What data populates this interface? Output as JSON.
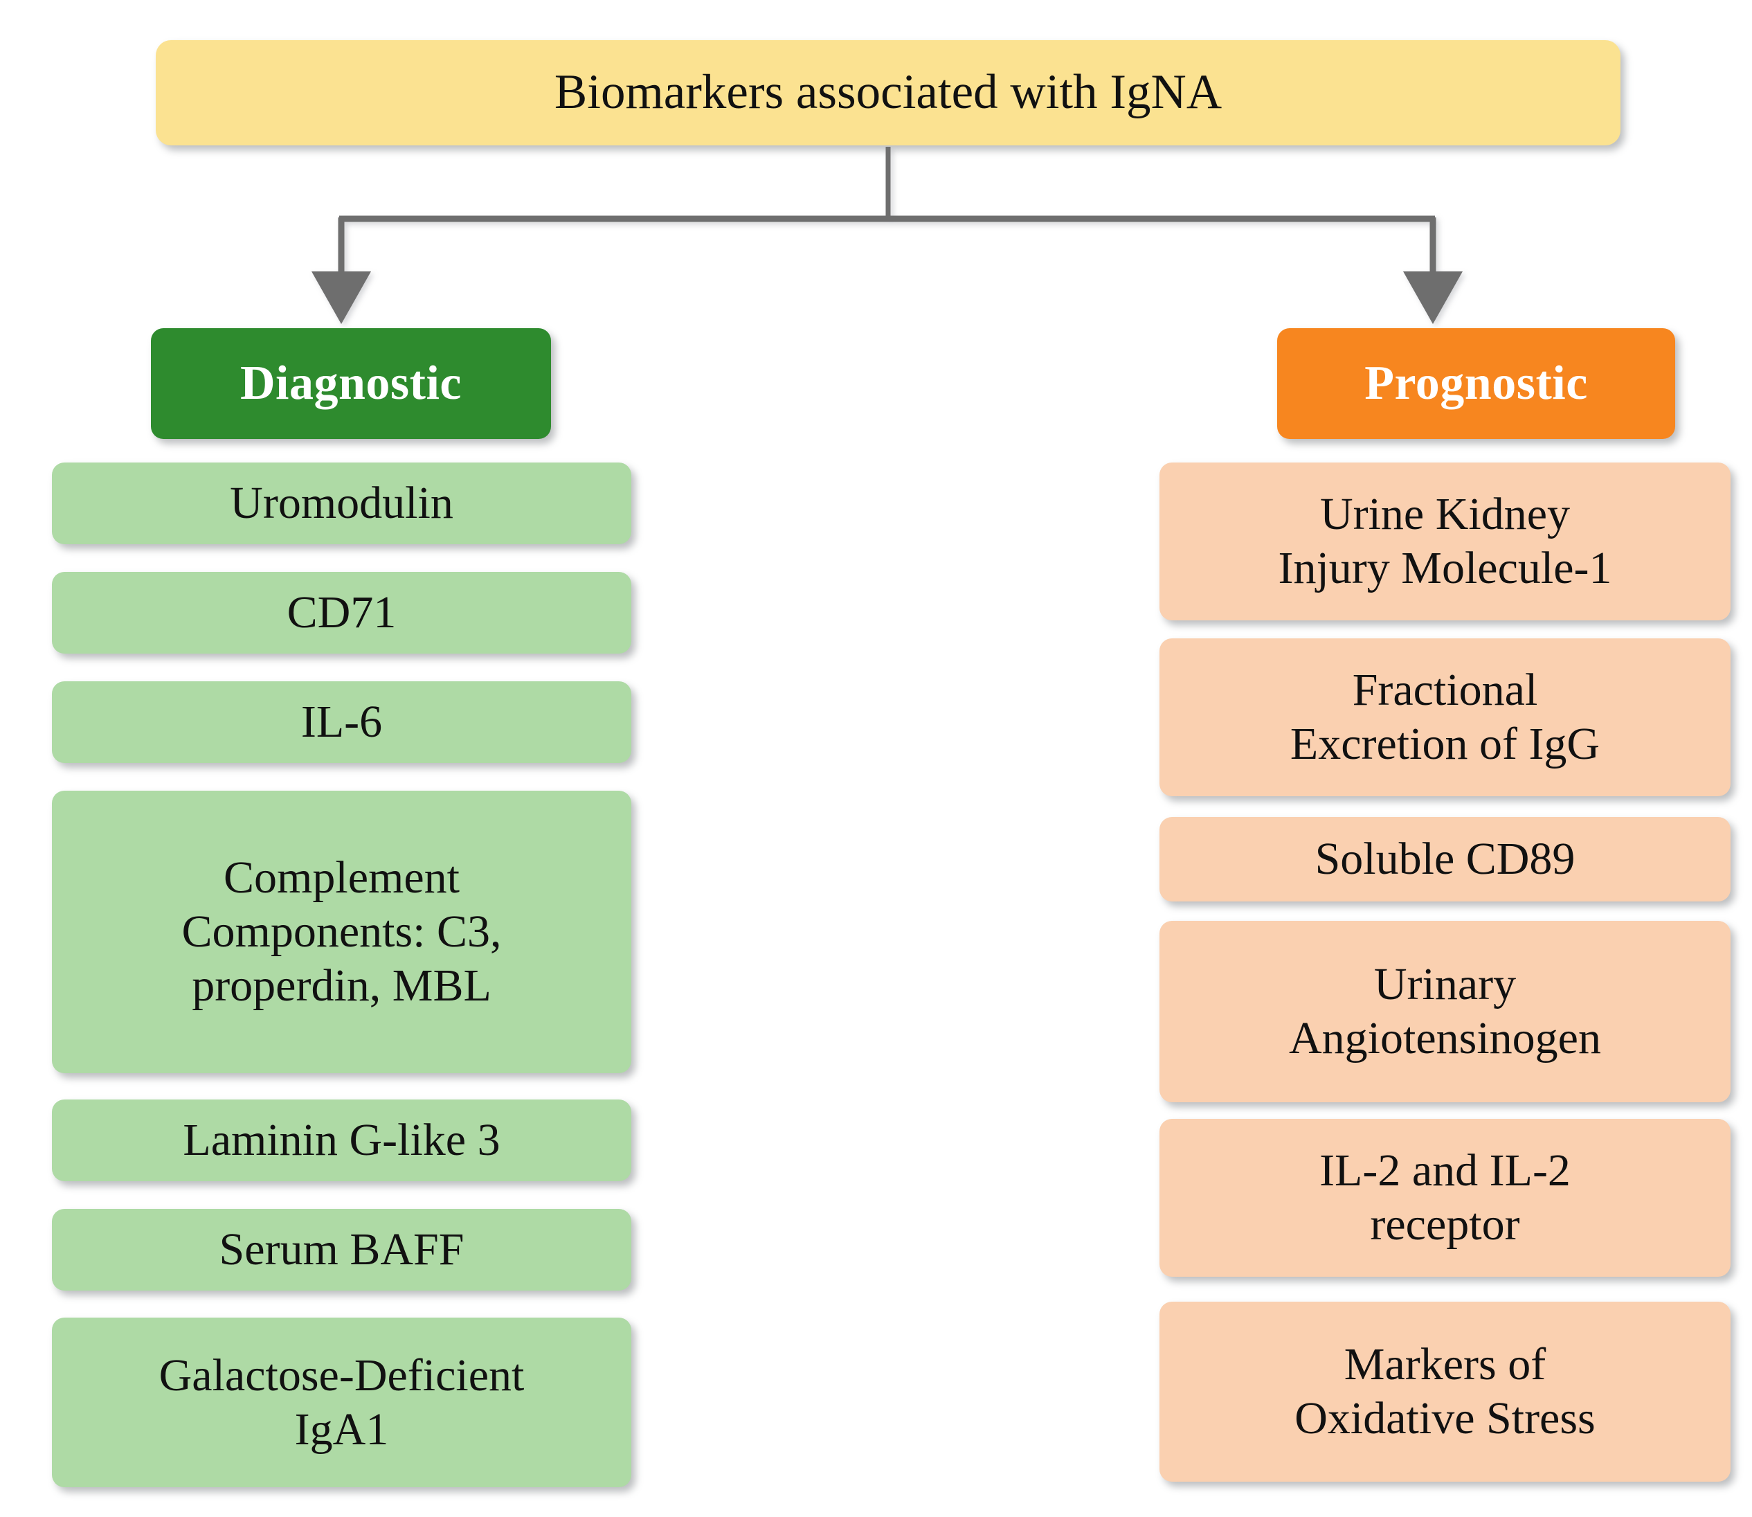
{
  "figure": {
    "type": "flowchart",
    "orientation": "top-down-two-branch",
    "background_color": "#ffffff"
  },
  "title": {
    "text": "Biomarkers associated with IgNA",
    "fill_color": "#FBE291",
    "text_color": "#111111"
  },
  "connectors": {
    "line_color": "#6E6E6E",
    "style": "elbow-with-arrowheads",
    "branch_count": 2
  },
  "branches": [
    {
      "id": "diagnostic",
      "header": {
        "label": "Diagnostic",
        "fill_color": "#2E8B2E",
        "text_color": "#FFFFFF"
      },
      "item_fill_color": "#AEDAA5",
      "items": [
        {
          "label": "Uromodulin"
        },
        {
          "label": "CD71"
        },
        {
          "label": "IL-6"
        },
        {
          "label": "Complement\nComponents: C3,\nproperdin, MBL"
        },
        {
          "label": "Laminin G-like 3"
        },
        {
          "label": "Serum BAFF"
        },
        {
          "label": "Galactose-Deficient\nIgA1"
        }
      ]
    },
    {
      "id": "prognostic",
      "header": {
        "label": "Prognostic",
        "fill_color": "#F7861F",
        "text_color": "#FFFFFF"
      },
      "item_fill_color": "#FAD0B0",
      "items": [
        {
          "label": "Urine Kidney\nInjury Molecule-1"
        },
        {
          "label": "Fractional\nExcretion of IgG"
        },
        {
          "label": "Soluble CD89"
        },
        {
          "label": "Urinary\nAngiotensinogen"
        },
        {
          "label": "IL-2 and IL-2\nreceptor"
        },
        {
          "label": "Markers of\nOxidative Stress"
        }
      ]
    }
  ]
}
